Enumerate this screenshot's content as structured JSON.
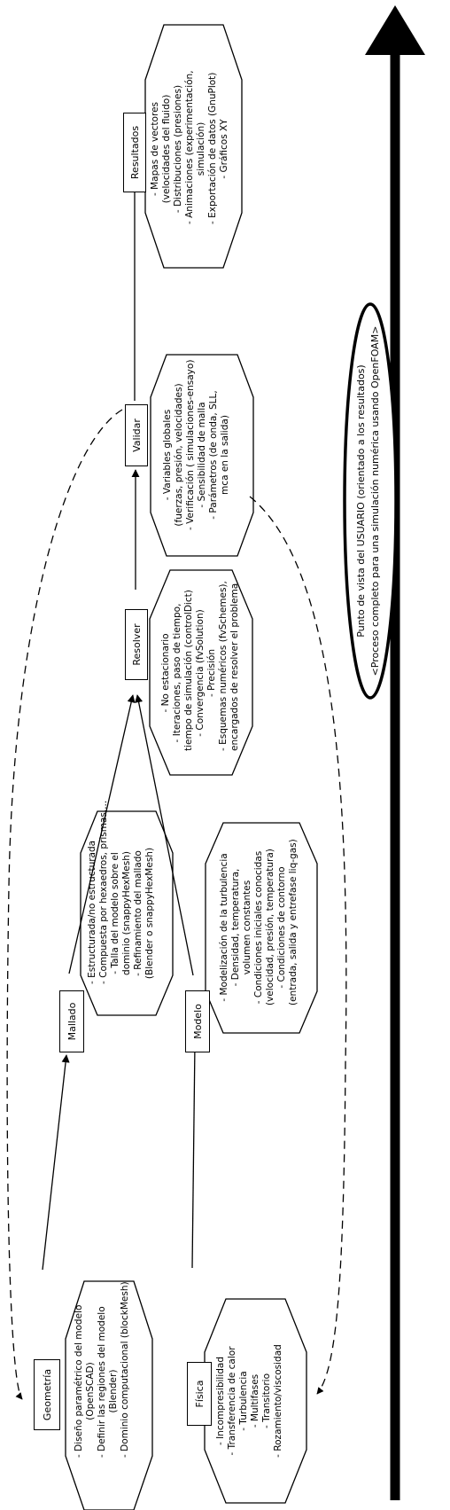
{
  "nodes": {
    "geometria": "Geometría",
    "mallado": "Mallado",
    "fisica": "Física",
    "modelo": "Modelo",
    "resolver": "Resolver",
    "validar": "Validar",
    "resultados": "Resultados"
  },
  "notes": {
    "geometria": [
      "- Diseño paramétrico del modelo",
      "(OpenSCAD)",
      "- Definir las regiones del modelo",
      "(Blender)",
      "- Dominio computacional (blockMesh)"
    ],
    "mallado": [
      "- Estructurada/no estructurada",
      "- Compuesta por hexaedros, prismas,...",
      "- Talla del modelo sobre el",
      "dominio (snappyHexMesh)",
      "- Refinamiento del mallado",
      "(Blender o snappyHexMesh)"
    ],
    "fisica": [
      "- Incompresibilidad",
      "- Transferencia de calor",
      "- Turbulencia",
      "- Multifases",
      "- Transitorio",
      "- Rozamiento/viscosidad"
    ],
    "modelo": [
      "- Modelización de la turbulencia",
      "- Densidad, temperatura,",
      "volumen constantes",
      "- Condiciones iniciales conocidas",
      "(velocidad, presión, temperatura)",
      "- Condiciones de contorno",
      "(entrada, salida y entrefase liq-gas)"
    ],
    "resolver": [
      "- No estacionario",
      "- Iteraciones, paso de tiempo,",
      "tiempo de simulación (controlDict)",
      "- Convergencia (fvSolution)",
      "- Precisión",
      "- Esquemas numéricos (fvSchemes),",
      "encargados de resolver el problema"
    ],
    "validar": [
      "- Variables globales",
      "(fuerzas, presión, velocidades)",
      "- Verificación ( simulaciones-ensayo)",
      "- Sensibilidad de malla",
      "- Parámetros (de onda, SLL,",
      "mca en la salida)"
    ],
    "resultados": [
      "- Mapas de vectores",
      "(velocidades del fluido)",
      "- Distribuciones (presiones)",
      "- Animaciones (experimentación,",
      "simulación)",
      "- Exportación de datos (GnuPlot)",
      "- Gráficos XY"
    ]
  },
  "caption": {
    "line1": "Punto de vista del USUARIO (orientado a los resultados)",
    "line2": "<Proceso completo para una simulación numérica usando OpenFOAM>"
  },
  "colors": {
    "ink": "#000000",
    "background": "#ffffff"
  }
}
